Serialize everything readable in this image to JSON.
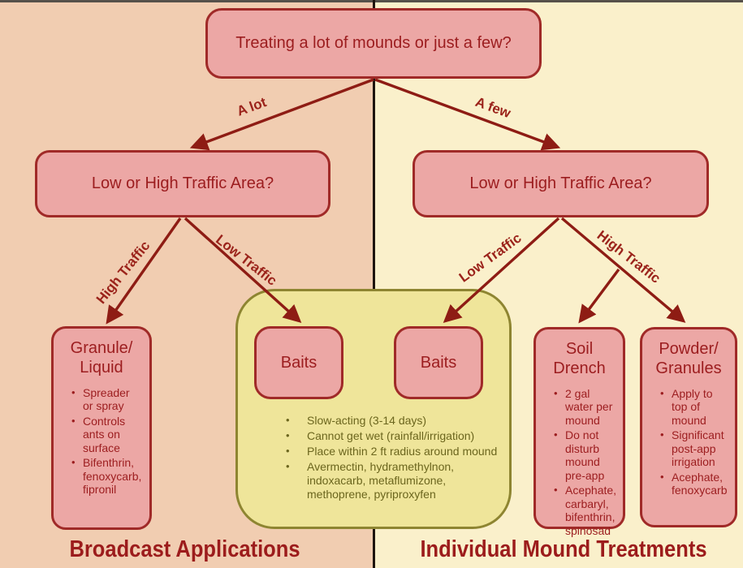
{
  "sections": {
    "left": {
      "footer": "Broadcast Applications",
      "bg": "#f1cdb1"
    },
    "right": {
      "footer": "Individual Mound Treatments",
      "bg": "#faf0cb"
    }
  },
  "root": {
    "question": "Treating a lot of mounds or just a few?"
  },
  "questions": {
    "left": "Low or High Traffic Area?",
    "right": "Low or High Traffic Area?"
  },
  "edge_labels": {
    "a_lot": "A lot",
    "a_few": "A few",
    "left_high_traffic": "High Traffic",
    "left_low_traffic": "Low Traffic",
    "right_low_traffic": "Low Traffic",
    "right_high_traffic": "High Traffic"
  },
  "nodes": {
    "granule_liquid": {
      "title": "Granule/\nLiquid",
      "bullets": [
        "Spreader or spray",
        "Controls ants on surface",
        "Bifenthrin, fenoxycarb, fipronil"
      ]
    },
    "baits_left": {
      "title": "Baits"
    },
    "baits_right": {
      "title": "Baits"
    },
    "baits_group_notes": [
      "Slow-acting (3-14 days)",
      "Cannot get wet (rainfall/irrigation)",
      "Place within 2 ft radius around mound",
      "Avermectin, hydramethylnon, indoxacarb, metaflumizone, methoprene, pyriproxyfen"
    ],
    "soil_drench": {
      "title": "Soil\nDrench",
      "bullets": [
        "2 gal water per mound",
        "Do not disturb mound pre-app",
        "Acephate, carbaryl, bifenthrin, spinosad"
      ]
    },
    "powder_granules": {
      "title": "Powder/\nGranules",
      "bullets": [
        "Apply to top of mound",
        "Significant post-app irrigation",
        "Acephate, fenoxycarb"
      ]
    }
  },
  "colors": {
    "left_bg": "#f1cdb1",
    "right_bg": "#faf0cb",
    "node_fill": "#eca7a5",
    "node_border": "#a02a28",
    "node_text": "#9c1d1f",
    "arrow": "#8e1c14",
    "yellow_fill": "#efe59a",
    "yellow_border": "#8e8531",
    "yellow_text": "#6c661e",
    "divider": "#1e150f",
    "footer_text": "#9c1c1c"
  }
}
